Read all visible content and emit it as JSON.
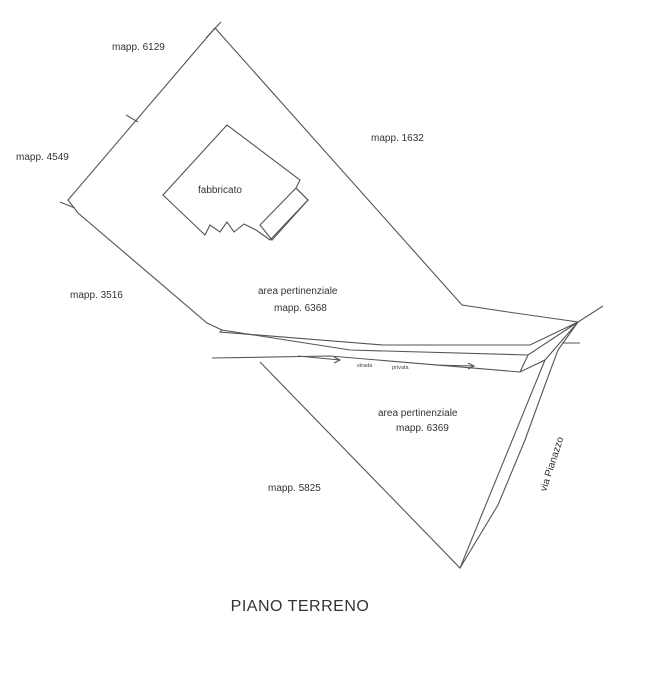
{
  "title": "PIANO TERRENO",
  "parcels": {
    "mapp_6129": "mapp. 6129",
    "mapp_4549": "mapp. 4549",
    "mapp_1632": "mapp. 1632",
    "mapp_3516": "mapp. 3516",
    "mapp_5825": "mapp. 5825"
  },
  "building": "fabbricato",
  "area_north": {
    "line1": "area pertinenziale",
    "line2": "mapp. 6368"
  },
  "area_south": {
    "line1": "area pertinenziale",
    "line2": "mapp. 6369"
  },
  "road": "via Pianazzo",
  "drain": {
    "word1": "strada",
    "word2": "privata"
  }
}
